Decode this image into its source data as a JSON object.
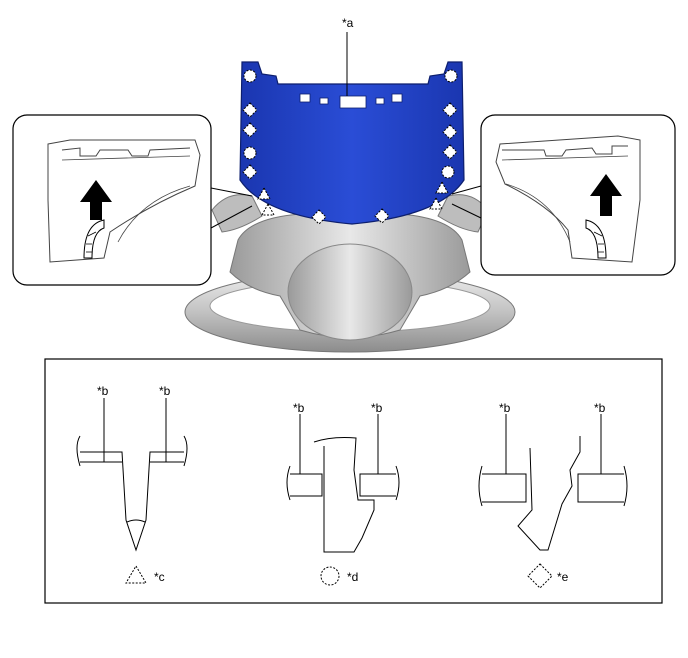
{
  "labels": {
    "a": "*a",
    "b": "*b",
    "c": "*c",
    "d": "*d",
    "e": "*e"
  },
  "colors": {
    "cover_blue": "#1f3fc0",
    "cover_blue_dark": "#13298a",
    "wheel_gray": "#c8c8c8",
    "wheel_dark": "#8e8e8e",
    "line": "#000000"
  },
  "icons": {
    "claw_symbol": "triangle",
    "clip_symbol": "circle",
    "guide_symbol": "diamond",
    "direction_arrow": "up-arrow"
  }
}
